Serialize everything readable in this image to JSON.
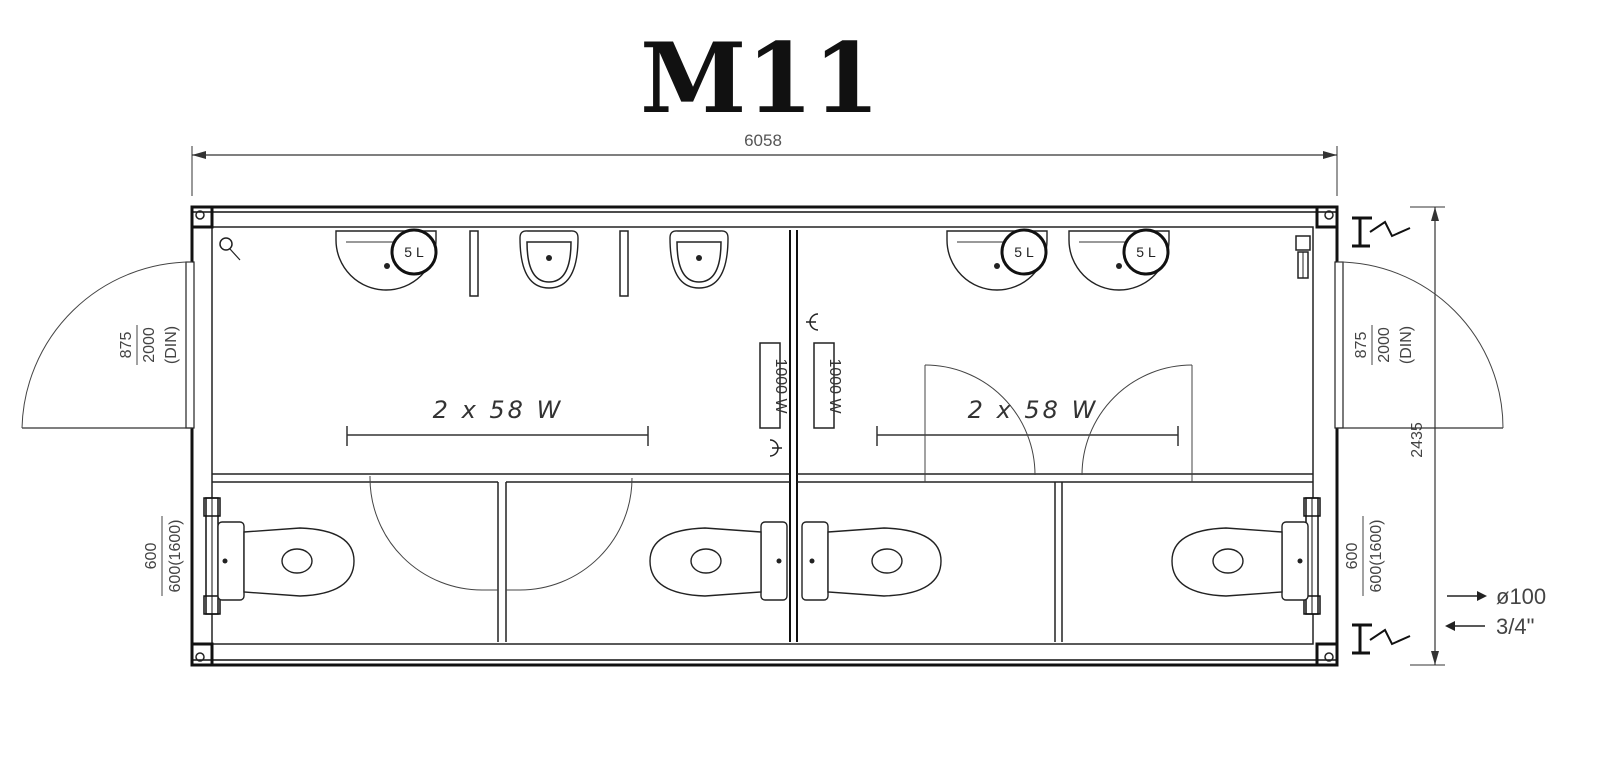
{
  "title": "M11",
  "dimensions": {
    "overall_length": "6058",
    "overall_width": "2435",
    "left_door_width": "875",
    "left_door_height": "2000",
    "left_door_standard": "(DIN)",
    "right_door_width": "875",
    "right_door_height": "2000",
    "right_door_standard": "(DIN)",
    "left_window_width": "600",
    "left_window_height": "600(1600)",
    "right_window_width": "600",
    "right_window_height": "600(1600)"
  },
  "lighting": {
    "left_room": "2 x 58 W",
    "right_room": "2 x 58 W"
  },
  "heaters": {
    "left": "1000 W",
    "right": "1000 W"
  },
  "boilers": [
    "5 L",
    "5 L",
    "5 L"
  ],
  "connections": {
    "drain": "ø100",
    "water": "3/4\""
  },
  "icons": [
    "electric-connection-icon",
    "drain-arrow-icon",
    "water-arrow-icon",
    "wc-pan-icon",
    "washbasin-icon",
    "urinal-icon",
    "water-heater-icon",
    "door-swing-arc",
    "light-switch-icon",
    "socket-icon"
  ],
  "colors": {
    "line": "#111111",
    "background": "#ffffff"
  }
}
